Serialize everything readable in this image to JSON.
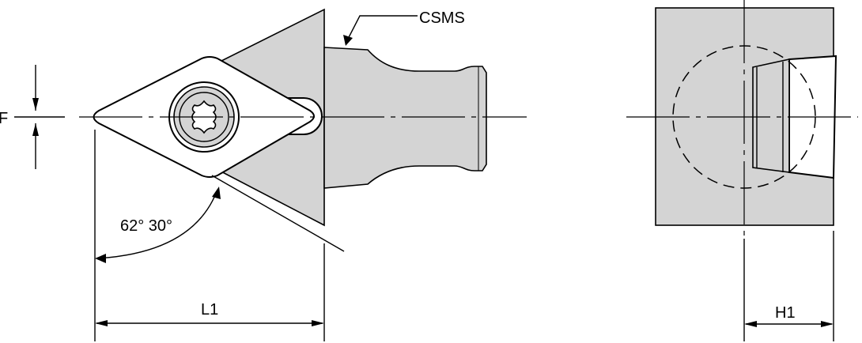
{
  "labels": {
    "part_name": "CSMS",
    "offset_f": "F",
    "angle": "62° 30°",
    "length_l1": "L1",
    "height_h1": "H1"
  },
  "colors": {
    "body_fill": "#d4d4d4",
    "insert_fill": "#ffffff",
    "line": "#000000"
  }
}
